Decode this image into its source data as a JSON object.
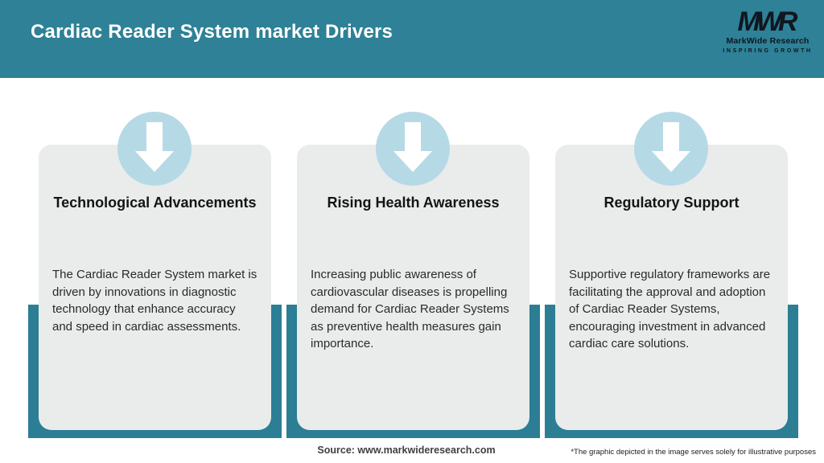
{
  "header": {
    "title": "Cardiac Reader System market Drivers",
    "logo": {
      "acronym": "MWR",
      "name": "MarkWide Research",
      "tagline": "INSPIRING GROWTH"
    }
  },
  "cards": [
    {
      "title": "Technological Advancements",
      "description": "The Cardiac Reader System market is driven by innovations in diagnostic technology that enhance accuracy and speed in cardiac assessments."
    },
    {
      "title": "Rising Health Awareness",
      "description": "Increasing public awareness of cardiovascular diseases is propelling demand for Cardiac Reader Systems as preventive health measures gain importance."
    },
    {
      "title": "Regulatory Support",
      "description": "Supportive regulatory frameworks are facilitating the approval and adoption of Cardiac Reader Systems, encouraging investment in advanced cardiac care solutions."
    }
  ],
  "footer": {
    "source": "Source: www.markwideresearch.com",
    "disclaimer": "*The graphic depicted in the image serves solely for illustrative purposes"
  },
  "colors": {
    "header_bg": "#2e8196",
    "panel_teal": "#2b7e94",
    "card_bg": "#e9eceb",
    "circle_blue": "#b6d9e6",
    "title_text": "#ffffff",
    "body_text": "#2a2a2a"
  }
}
